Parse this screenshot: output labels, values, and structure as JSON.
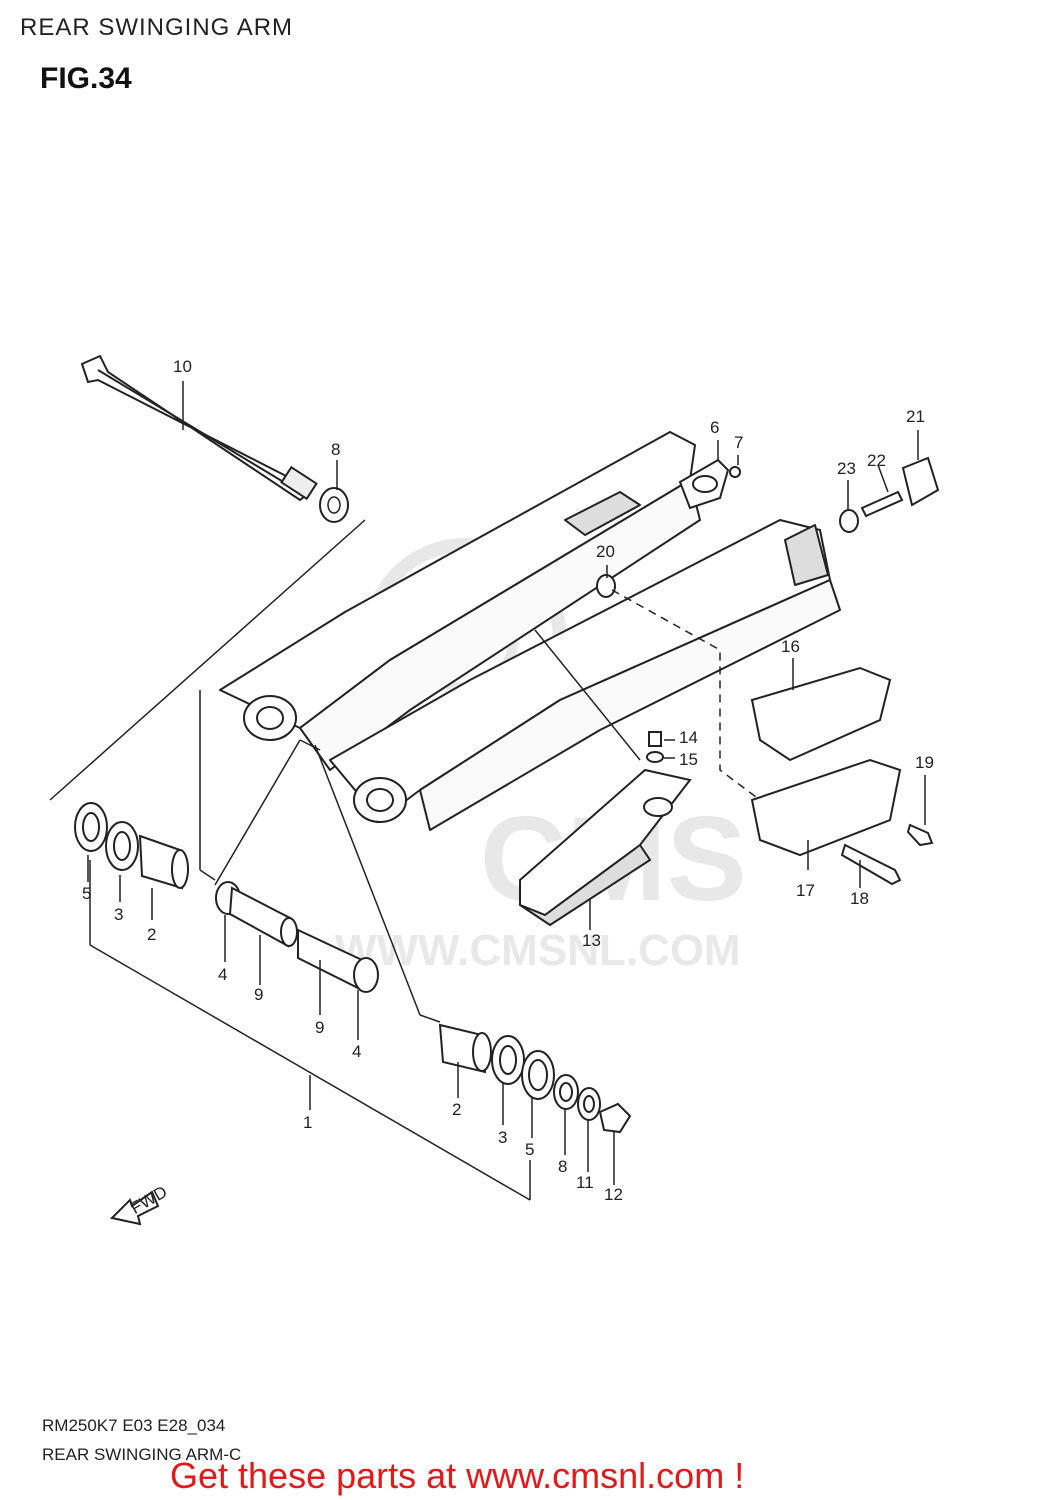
{
  "header": {
    "title": "REAR SWINGING ARM"
  },
  "figure": {
    "label": "FIG.34"
  },
  "callouts": [
    {
      "id": "c1",
      "text": "1"
    },
    {
      "id": "c2a",
      "text": "2"
    },
    {
      "id": "c2b",
      "text": "2"
    },
    {
      "id": "c3a",
      "text": "3"
    },
    {
      "id": "c3b",
      "text": "3"
    },
    {
      "id": "c4a",
      "text": "4"
    },
    {
      "id": "c4b",
      "text": "4"
    },
    {
      "id": "c5a",
      "text": "5"
    },
    {
      "id": "c5b",
      "text": "5"
    },
    {
      "id": "c6",
      "text": "6"
    },
    {
      "id": "c7",
      "text": "7"
    },
    {
      "id": "c8a",
      "text": "8"
    },
    {
      "id": "c8b",
      "text": "8"
    },
    {
      "id": "c9a",
      "text": "9"
    },
    {
      "id": "c9b",
      "text": "9"
    },
    {
      "id": "c10",
      "text": "10"
    },
    {
      "id": "c11",
      "text": "11"
    },
    {
      "id": "c12",
      "text": "12"
    },
    {
      "id": "c13",
      "text": "13"
    },
    {
      "id": "c14",
      "text": "14"
    },
    {
      "id": "c15",
      "text": "15"
    },
    {
      "id": "c16",
      "text": "16"
    },
    {
      "id": "c17",
      "text": "17"
    },
    {
      "id": "c18",
      "text": "18"
    },
    {
      "id": "c19",
      "text": "19"
    },
    {
      "id": "c20",
      "text": "20"
    },
    {
      "id": "c21",
      "text": "21"
    },
    {
      "id": "c22",
      "text": "22"
    },
    {
      "id": "c23",
      "text": "23"
    }
  ],
  "fwd_marker": {
    "text": "FWD",
    "icon": "fwd-arrow-icon"
  },
  "watermark": {
    "text": "WWW.CMSNL.COM",
    "logo_text": "CMS"
  },
  "footer": {
    "code": "RM250K7 E03 E28_034",
    "description": "REAR SWINGING ARM-C",
    "link_text": "Get these parts at www.cmsnl.com !",
    "link_color": "#e11919"
  }
}
